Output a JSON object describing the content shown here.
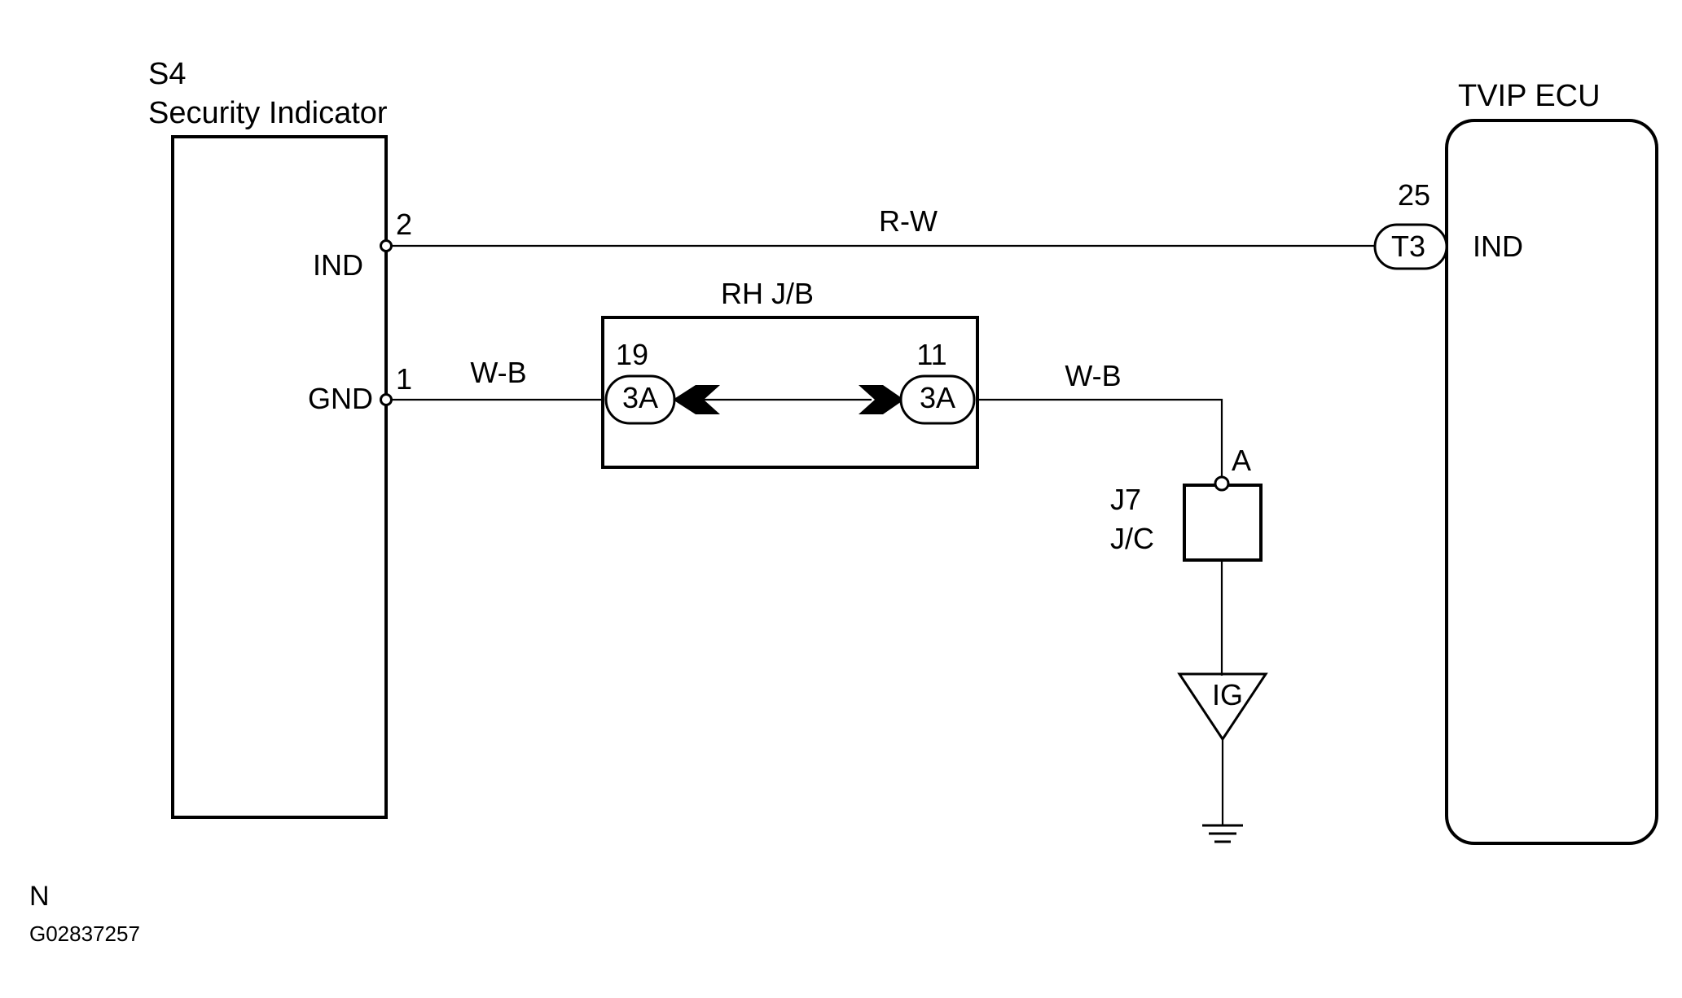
{
  "components": {
    "security_indicator": {
      "code": "S4",
      "name": "Security Indicator",
      "pins": [
        {
          "number": "2",
          "label": "IND"
        },
        {
          "number": "1",
          "label": "GND"
        }
      ]
    },
    "tvip_ecu": {
      "name": "TVIP ECU",
      "pin_number": "25",
      "connector": "T3",
      "label": "IND"
    },
    "rh_jb": {
      "name": "RH J/B",
      "left_terminal": {
        "number": "19",
        "connector": "3A"
      },
      "right_terminal": {
        "number": "11",
        "connector": "3A"
      }
    },
    "junction_connector": {
      "code": "J7",
      "type": "J/C",
      "pin": "A"
    },
    "ground": {
      "label": "IG"
    }
  },
  "wires": {
    "ind_wire": "R-W",
    "gnd_wire_left": "W-B",
    "gnd_wire_right": "W-B"
  },
  "footer": {
    "mark": "N",
    "figure_id": "G02837257"
  }
}
